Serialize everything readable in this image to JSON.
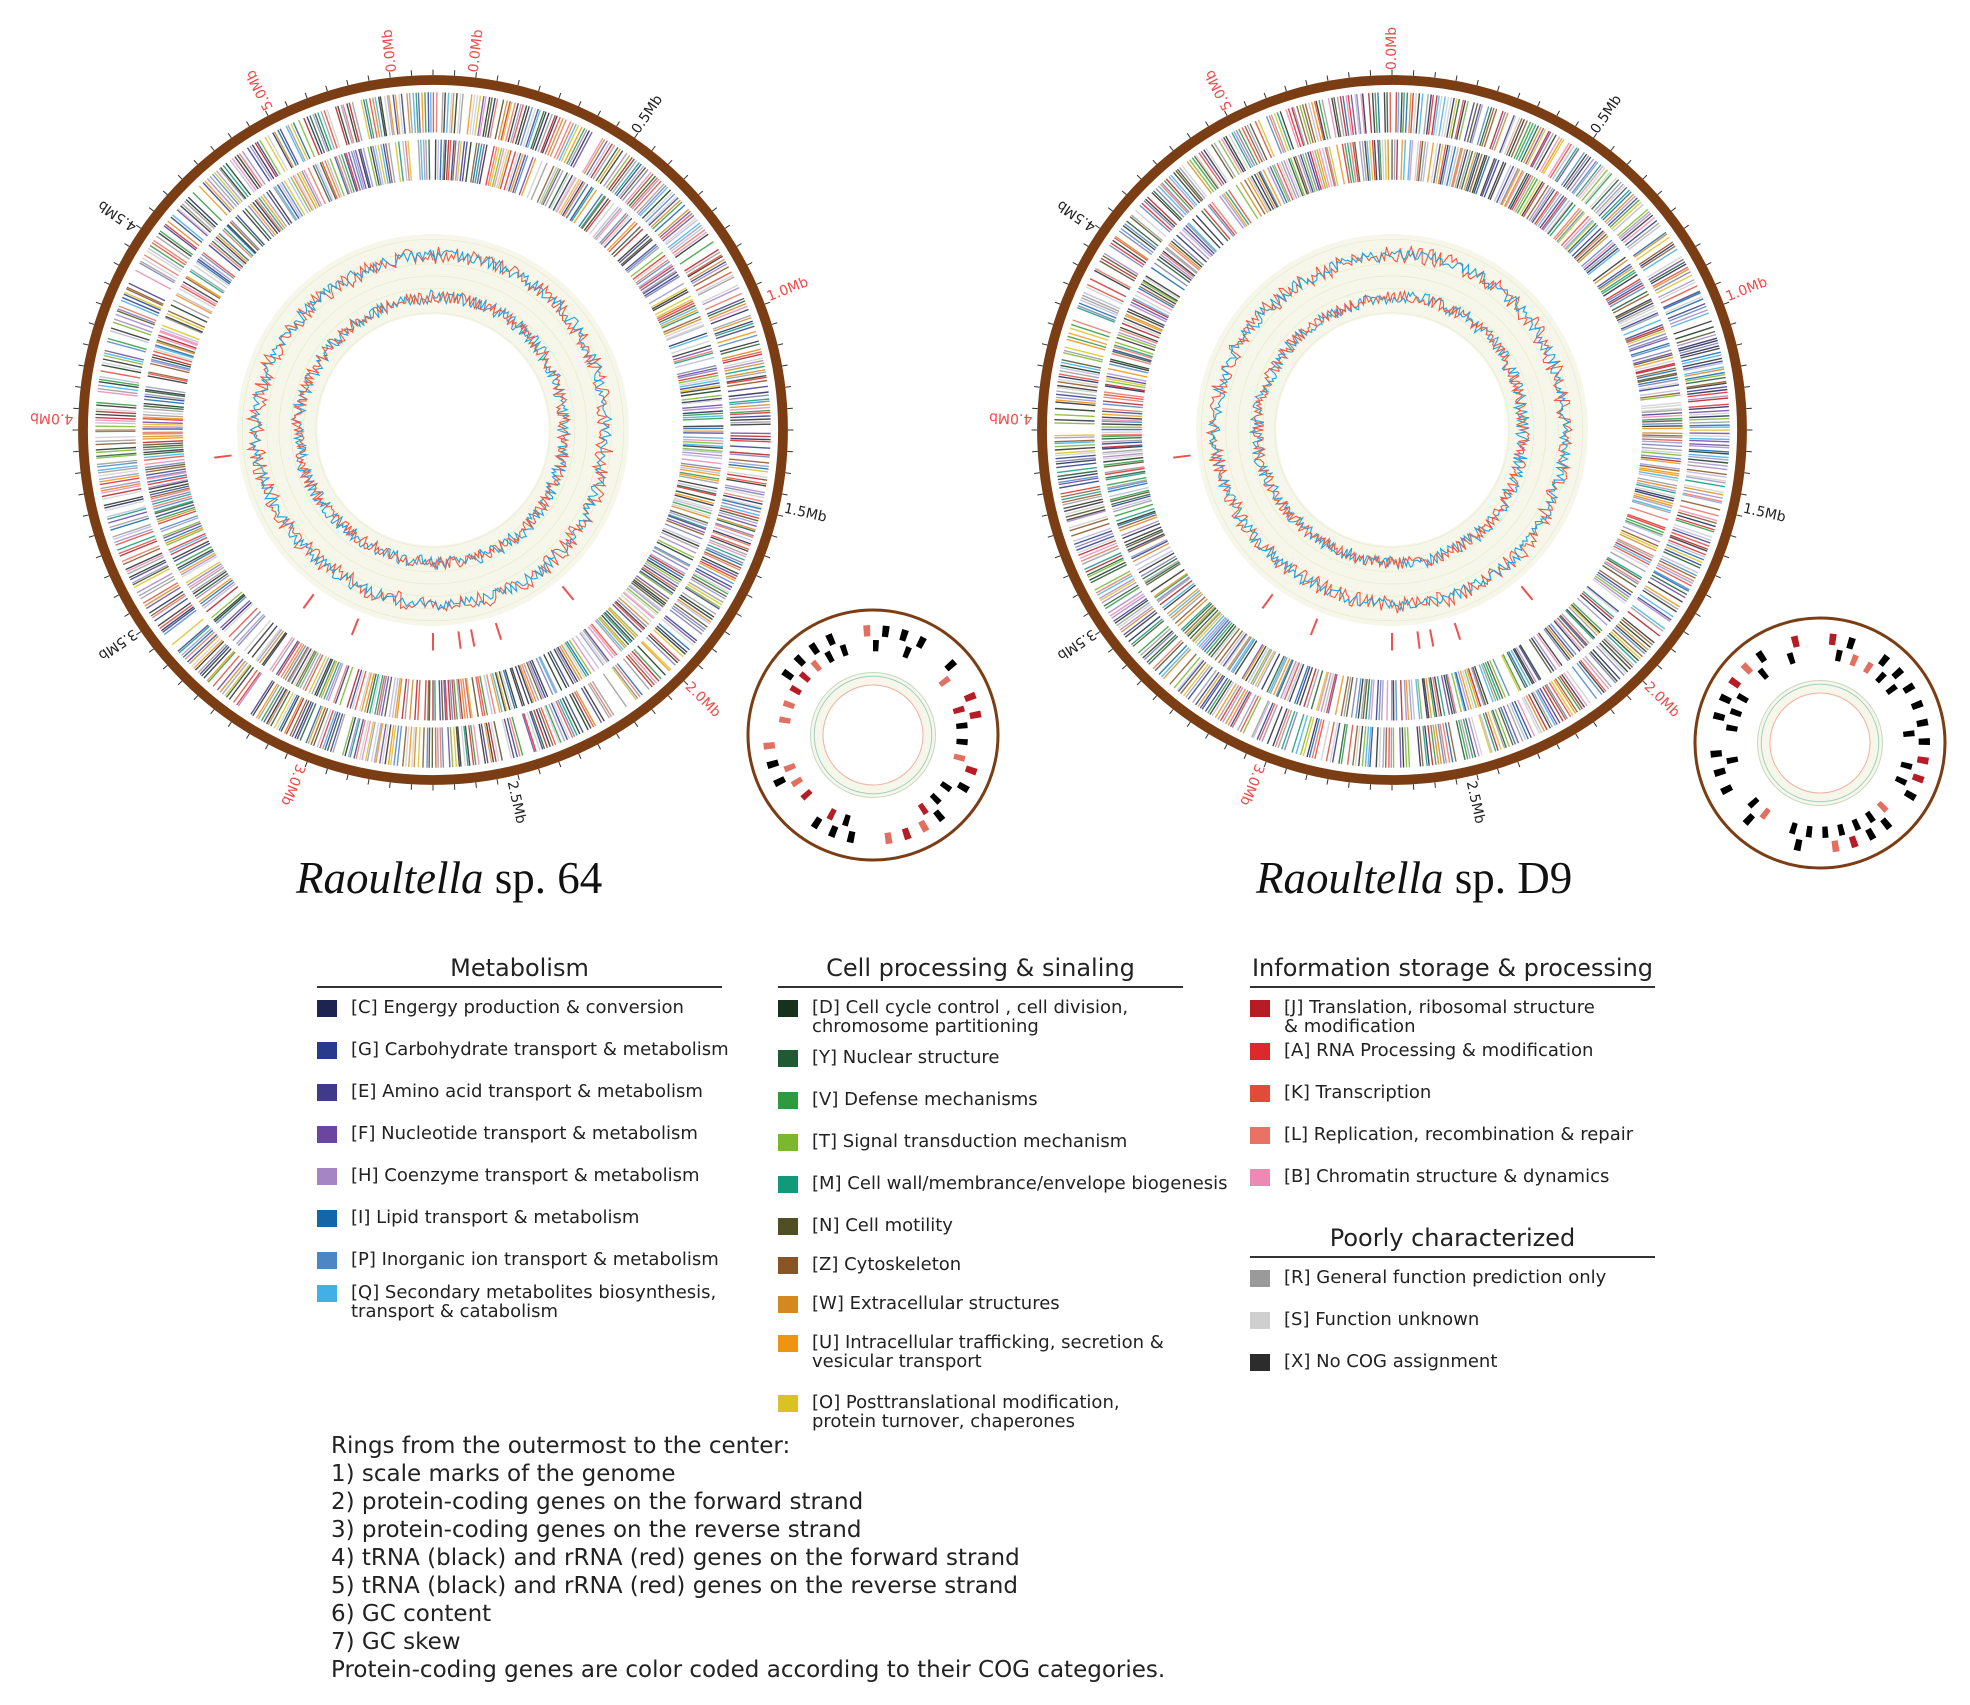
{
  "genomes": [
    {
      "name_italic": "Raoultella",
      "name_rest": " sp. 64",
      "scale_labels": [
        {
          "text": "0.0Mb",
          "color": "red"
        },
        {
          "text": "0.0Mb",
          "color": "red"
        },
        {
          "text": "0.5Mb",
          "color": "black"
        },
        {
          "text": "1.0Mb",
          "color": "red"
        },
        {
          "text": "1.5Mb",
          "color": "black"
        },
        {
          "text": "2.0Mb",
          "color": "red"
        },
        {
          "text": "2.5Mb",
          "color": "black"
        },
        {
          "text": "3.0Mb",
          "color": "red"
        },
        {
          "text": "3.5Mb",
          "color": "black"
        },
        {
          "text": "4.0Mb",
          "color": "red"
        },
        {
          "text": "4.5Mb",
          "color": "black"
        },
        {
          "text": "5.0Mb",
          "color": "red"
        }
      ]
    },
    {
      "name_italic": "Raoultella",
      "name_rest": " sp. D9",
      "scale_labels": [
        {
          "text": "0.0Mb",
          "color": "red"
        },
        {
          "text": "0.5Mb",
          "color": "black"
        },
        {
          "text": "1.0Mb",
          "color": "red"
        },
        {
          "text": "1.5Mb",
          "color": "black"
        },
        {
          "text": "2.0Mb",
          "color": "red"
        },
        {
          "text": "2.5Mb",
          "color": "black"
        },
        {
          "text": "3.0Mb",
          "color": "red"
        },
        {
          "text": "3.5Mb",
          "color": "black"
        },
        {
          "text": "4.0Mb",
          "color": "red"
        },
        {
          "text": "4.5Mb",
          "color": "black"
        },
        {
          "text": "5.0Mb",
          "color": "red"
        }
      ]
    }
  ],
  "legend": {
    "metabolism": {
      "title": "Metabolism",
      "items": [
        {
          "label": "[C] Engergy production & conversion",
          "color": "#1d2452"
        },
        {
          "label": "[G] Carbohydrate transport & metabolism",
          "color": "#283a8c"
        },
        {
          "label": "[E] Amino acid transport & metabolism",
          "color": "#3f3a8a"
        },
        {
          "label": "[F] Nucleotide transport & metabolism",
          "color": "#6b46a0"
        },
        {
          "label": "[H] Coenzyme transport & metabolism",
          "color": "#a585c4"
        },
        {
          "label": "[I] Lipid transport & metabolism",
          "color": "#1466a8"
        },
        {
          "label": "[P] Inorganic ion transport & metabolism",
          "color": "#4d86c4"
        },
        {
          "label": "[Q] Secondary metabolites biosynthesis,\ntransport & catabolism",
          "color": "#40b0e6"
        }
      ]
    },
    "cell_processing": {
      "title": "Cell processing & sinaling",
      "items": [
        {
          "label": "[D] Cell cycle control , cell division,\nchromosome partitioning",
          "color": "#16321c"
        },
        {
          "label": "[Y] Nuclear structure",
          "color": "#1f5a34"
        },
        {
          "label": "[V] Defense mechanisms",
          "color": "#2e9a40"
        },
        {
          "label": "[T] Signal transduction mechanism",
          "color": "#7ab92e"
        },
        {
          "label": "[M] Cell wall/membrance/envelope biogenesis",
          "color": "#119a7a"
        },
        {
          "label": "[N] Cell motility",
          "color": "#4f4f24"
        },
        {
          "label": "[Z] Cytoskeleton",
          "color": "#8a5524"
        },
        {
          "label": "[W] Extracellular structures",
          "color": "#d38820"
        },
        {
          "label": "[U] Intracellular trafficking, secretion &\nvesicular transport",
          "color": "#ef9410"
        },
        {
          "label": "[O] Posttranslational modification,\nprotein turnover, chaperones",
          "color": "#dbc224"
        }
      ]
    },
    "information": {
      "title": "Information storage & processing",
      "items": [
        {
          "label": "[J] Translation, ribosomal structure\n& modification",
          "color": "#b51c24"
        },
        {
          "label": "[A] RNA Processing & modification",
          "color": "#dc2a2a"
        },
        {
          "label": "[K] Transcription",
          "color": "#e24a3a"
        },
        {
          "label": "[L] Replication, recombination & repair",
          "color": "#e87364"
        },
        {
          "label": "[B] Chromatin structure & dynamics",
          "color": "#ec8ab4"
        }
      ]
    },
    "poorly": {
      "title": "Poorly characterized",
      "items": [
        {
          "label": "[R] General function prediction only",
          "color": "#9a9a9a"
        },
        {
          "label": "[S] Function unknown",
          "color": "#cfcfcf"
        },
        {
          "label": "[X] No COG assignment",
          "color": "#2c2c2c"
        }
      ]
    }
  },
  "rings_note": {
    "lines": [
      "Rings from the outermost to the center:",
      "1) scale marks of the genome",
      "2) protein-coding genes on the forward strand",
      "3) protein-coding genes on the reverse strand",
      "4) tRNA (black) and rRNA (red) genes on the forward strand",
      "5) tRNA (black) and rRNA (red) genes on the reverse strand",
      "6) GC content",
      "7) GC skew",
      "Protein-coding genes are color coded according to their COG categories."
    ]
  },
  "colors": {
    "scale_ring": "#7a3d14",
    "gc_content": "#ef5a42",
    "gc_skew": "#1ea3e0",
    "rrna": "#f25050",
    "trna": "#000000",
    "gc_background": "#f6f7ea"
  }
}
